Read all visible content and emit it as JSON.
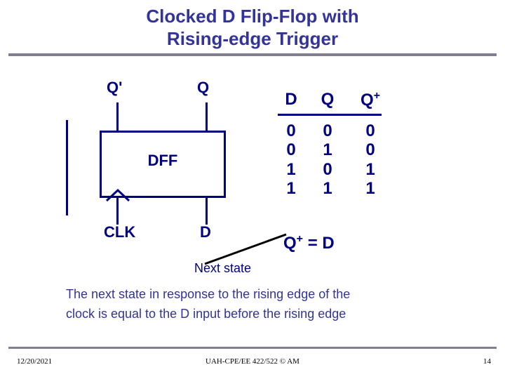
{
  "title": {
    "line1": "Clocked D Flip-Flop with",
    "line2": "Rising-edge Trigger",
    "color": "#333399"
  },
  "diagram": {
    "block_label": "DFF",
    "ports": {
      "q_prime": "Q'",
      "q": "Q",
      "clk": "CLK",
      "d": "D"
    },
    "edge_marker": "rising-edge-triangle",
    "color": "#000080"
  },
  "truth_table": {
    "headers": [
      "D",
      "Q",
      "Q⁺"
    ],
    "header_q_next_base": "Q",
    "header_q_next_sup": "+",
    "rows": [
      {
        "d": "0",
        "q": "0",
        "q_next": "0"
      },
      {
        "d": "0",
        "q": "1",
        "q_next": "0"
      },
      {
        "d": "1",
        "q": "0",
        "q_next": "1"
      },
      {
        "d": "1",
        "q": "1",
        "q_next": "1"
      }
    ]
  },
  "annotations": {
    "equation_base": "Q",
    "equation_sup": "+",
    "equation_tail": "= D",
    "next_state_label": "Next state"
  },
  "body": {
    "line1": "The next state in response to the rising edge of the",
    "line2": "clock is equal to the D input before the rising edge",
    "color": "#333399"
  },
  "footer": {
    "date": "12/20/2021",
    "center": "UAH-CPE/EE 422/522 © AM",
    "page": "14"
  },
  "rules": {
    "color": "#7f7f8f"
  }
}
